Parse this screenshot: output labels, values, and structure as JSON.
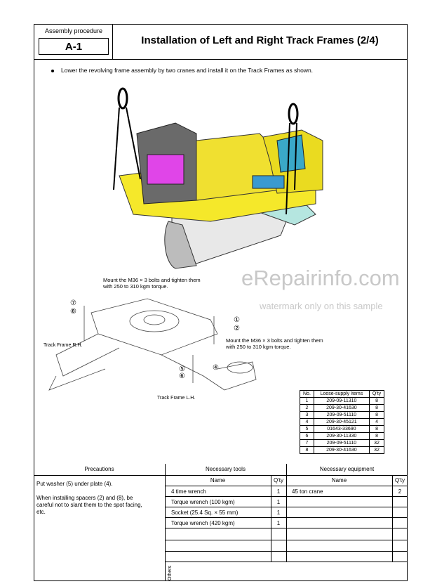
{
  "header": {
    "procedure_label": "Assembly procedure",
    "procedure_code": "A-1",
    "title": "Installation of Left and Right Track Frames (2/4)"
  },
  "instruction": "Lower the revolving frame assembly by two cranes and install it on the Track Frames as shown.",
  "notes": {
    "upper_line1": "Mount the M36 × 3 bolts and tighten them",
    "upper_line2": "with 250 to 310 kgm torque.",
    "lower_line1": "Mount the M36 × 3 bolts and tighten them",
    "lower_line2": "with 250 to 310 kgm torque."
  },
  "labels": {
    "track_rh": "Track Frame R.H.",
    "track_lh": "Track Frame L.H.",
    "c1": "①",
    "c2": "②",
    "c4": "④",
    "c5": "⑤",
    "c6": "⑥",
    "c7": "⑦",
    "c8": "⑧"
  },
  "watermark": {
    "line1": "eRepairinfo.com",
    "line2": "watermark only on this sample"
  },
  "parts_table": {
    "headers": [
      "No.",
      "Loose-supply Items",
      "Q'ty"
    ],
    "rows": [
      [
        "1",
        "209-09-11310",
        "8"
      ],
      [
        "2",
        "209-30-41630",
        "8"
      ],
      [
        "3",
        "209-09-51110",
        "8"
      ],
      [
        "4",
        "209-30-45121",
        "4"
      ],
      [
        "5",
        "01643-33690",
        "8"
      ],
      [
        "6",
        "209-30-11330",
        "8"
      ],
      [
        "7",
        "209-09-51110",
        "32"
      ],
      [
        "8",
        "209-30-41630",
        "32"
      ]
    ]
  },
  "bottom": {
    "precautions_header": "Precautions",
    "tools_header": "Necessary tools",
    "equipment_header": "Necessary equipment",
    "name_col": "Name",
    "qty_col": "Q'ty",
    "equip_name_col": "Name",
    "equip_qty_col": "Q'ty",
    "precaution1": "Put washer (5) under plate (4).",
    "precaution2_l1": "When installing spacers (2) and (8), be",
    "precaution2_l2": "careful not to slant them to the spot facing,",
    "precaution2_l3": "etc.",
    "tools": [
      {
        "name": "4 time wrench",
        "qty": "1"
      },
      {
        "name": "Torque wrench (100 kgm)",
        "qty": "1"
      },
      {
        "name": "Socket (25.4 Sq. × 55 mm)",
        "qty": "1"
      },
      {
        "name": "Torque wrench (420 kgm)",
        "qty": "1"
      }
    ],
    "equipment": [
      {
        "name": "45 ton crane",
        "qty": "2"
      }
    ],
    "others": "Others"
  }
}
